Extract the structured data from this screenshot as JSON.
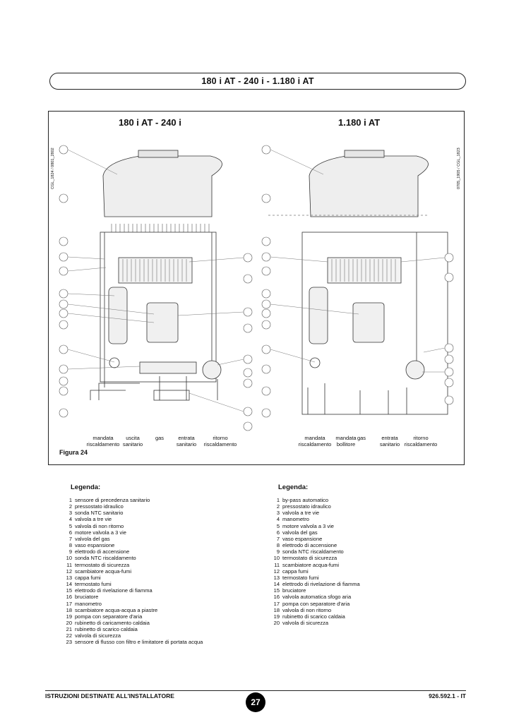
{
  "header": {
    "title": "180 i AT - 240 i - 1.180 i AT"
  },
  "figure": {
    "left_title": "180 i AT - 240 i",
    "right_title": "1.180 i AT",
    "left_code": "CGL_1824 / 0801_2802",
    "right_code": "0705_1905 / CGL_1823",
    "label": "Figura 24",
    "left_connections": [
      {
        "line1": "mandata",
        "line2": "riscaldamento"
      },
      {
        "line1": "uscita",
        "line2": "sanitario"
      },
      {
        "line1": "gas",
        "line2": ""
      },
      {
        "line1": "entrata",
        "line2": "sanitario"
      },
      {
        "line1": "ritorno",
        "line2": "riscaldamento"
      }
    ],
    "right_connections": [
      {
        "line1": "mandata",
        "line2": "riscaldamento"
      },
      {
        "line1": "mandata",
        "line2": "bollitore"
      },
      {
        "line1": "gas",
        "line2": ""
      },
      {
        "line1": "entrata",
        "line2": "sanitario"
      },
      {
        "line1": "ritorno",
        "line2": "riscaldamento"
      }
    ]
  },
  "legend_left": {
    "title": "Legenda:",
    "items": [
      {
        "n": "1",
        "text": "sensore di precedenza sanitario"
      },
      {
        "n": "2",
        "text": "pressostato idraulico"
      },
      {
        "n": "3",
        "text": "sonda NTC sanitario"
      },
      {
        "n": "4",
        "text": "valvola a tre vie"
      },
      {
        "n": "5",
        "text": "valvola di non ritorno"
      },
      {
        "n": "6",
        "text": "motore valvola a 3 vie"
      },
      {
        "n": "7",
        "text": "valvola del gas"
      },
      {
        "n": "8",
        "text": "vaso espansione"
      },
      {
        "n": "9",
        "text": "elettrodo di accensione"
      },
      {
        "n": "10",
        "text": "sonda NTC riscaldamento"
      },
      {
        "n": "11",
        "text": "termostato di sicurezza"
      },
      {
        "n": "12",
        "text": "scambiatore acqua-fumi"
      },
      {
        "n": "13",
        "text": "cappa fumi"
      },
      {
        "n": "14",
        "text": "termostato fumi"
      },
      {
        "n": "15",
        "text": "elettrodo di rivelazione di fiamma"
      },
      {
        "n": "16",
        "text": "bruciatore"
      },
      {
        "n": "17",
        "text": "manometro"
      },
      {
        "n": "18",
        "text": "scambiatore acqua-acqua a piastre"
      },
      {
        "n": "19",
        "text": "pompa con separatore d'aria"
      },
      {
        "n": "20",
        "text": "rubinetto di caricamento caldaia"
      },
      {
        "n": "21",
        "text": "rubinetto di scarico caldaia"
      },
      {
        "n": "22",
        "text": "valvola di sicurezza"
      },
      {
        "n": "23",
        "text": "sensore di flusso con filtro e limitatore di portata acqua"
      }
    ]
  },
  "legend_right": {
    "title": "Legenda:",
    "items": [
      {
        "n": "1",
        "text": "by-pass automatico"
      },
      {
        "n": "2",
        "text": "pressostato idraulico"
      },
      {
        "n": "3",
        "text": "valvola a tre vie"
      },
      {
        "n": "4",
        "text": "manometro"
      },
      {
        "n": "5",
        "text": "motore valvola a 3 vie"
      },
      {
        "n": "6",
        "text": "valvola del gas"
      },
      {
        "n": "7",
        "text": "vaso espansione"
      },
      {
        "n": "8",
        "text": "elettrodo di accensione"
      },
      {
        "n": "9",
        "text": "sonda NTC riscaldamento"
      },
      {
        "n": "10",
        "text": "termostato di sicurezza"
      },
      {
        "n": "11",
        "text": "scambiatore acqua-fumi"
      },
      {
        "n": "12",
        "text": "cappa fumi"
      },
      {
        "n": "13",
        "text": "termostato fumi"
      },
      {
        "n": "14",
        "text": "elettrodo di rivelazione di fiamma"
      },
      {
        "n": "15",
        "text": "bruciatore"
      },
      {
        "n": "16",
        "text": "valvola automatica sfogo aria"
      },
      {
        "n": "17",
        "text": "pompa con separatore d'aria"
      },
      {
        "n": "18",
        "text": "valvola di non ritorno"
      },
      {
        "n": "19",
        "text": "rubinetto di scarico caldaia"
      },
      {
        "n": "20",
        "text": "valvola di sicurezza"
      }
    ]
  },
  "footer": {
    "left": "ISTRUZIONI DESTINATE ALL'INSTALLATORE",
    "page": "27",
    "right": "926.592.1 - IT"
  }
}
